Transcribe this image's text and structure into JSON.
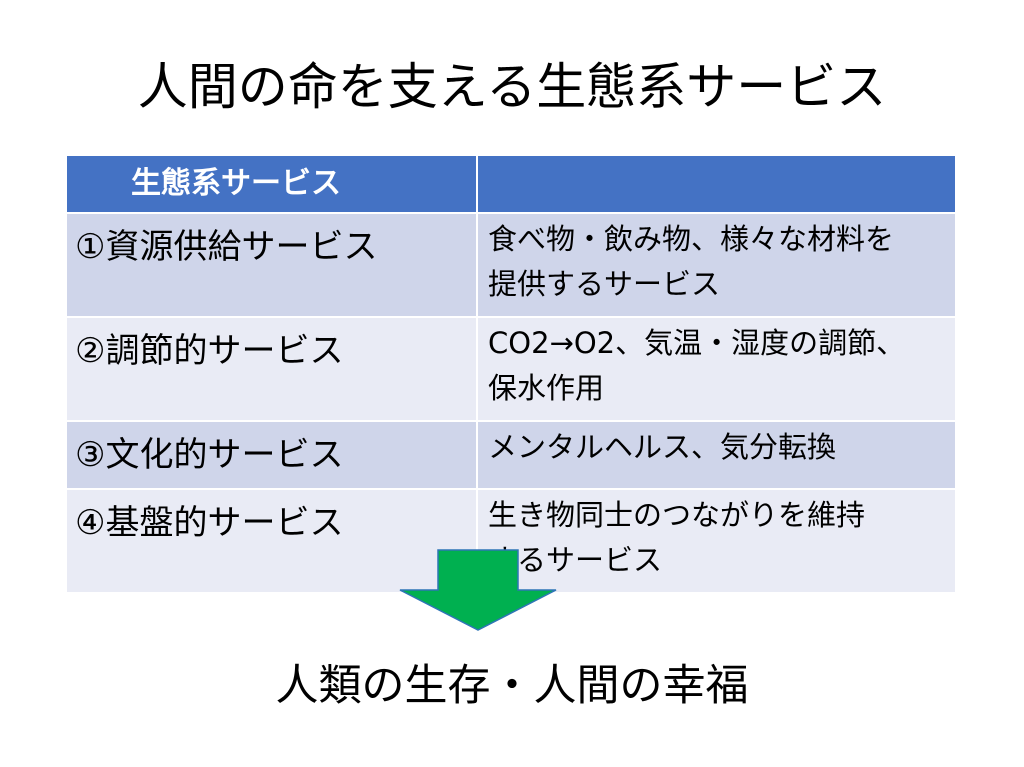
{
  "slide": {
    "title": "人間の命を支える生態系サービス",
    "conclusion": "人類の生存・人間の幸福"
  },
  "table": {
    "header": {
      "col1": "生態系サービス",
      "col2": ""
    },
    "rows": [
      {
        "name": "①資源供給サービス",
        "desc_line1": "食べ物・飲み物、様々な材料を",
        "desc_line2": "提供するサービス"
      },
      {
        "name": "②調節的サービス",
        "desc_line1": "CO2→O2、気温・湿度の調節、",
        "desc_line2": "保水作用"
      },
      {
        "name": "③文化的サービス",
        "desc_line1": "メンタルヘルス、気分転換",
        "desc_line2": ""
      },
      {
        "name": "④基盤的サービス",
        "desc_line1": "生き物同士のつながりを維持",
        "desc_line2": "するサービス"
      }
    ]
  },
  "colors": {
    "header_bg": "#4472c4",
    "row_dark": "#cfd5ea",
    "row_light": "#e9ebf5",
    "arrow_fill": "#00b050",
    "arrow_stroke": "#2e75b6"
  },
  "icons": {
    "arrow": "down-arrow-icon"
  }
}
